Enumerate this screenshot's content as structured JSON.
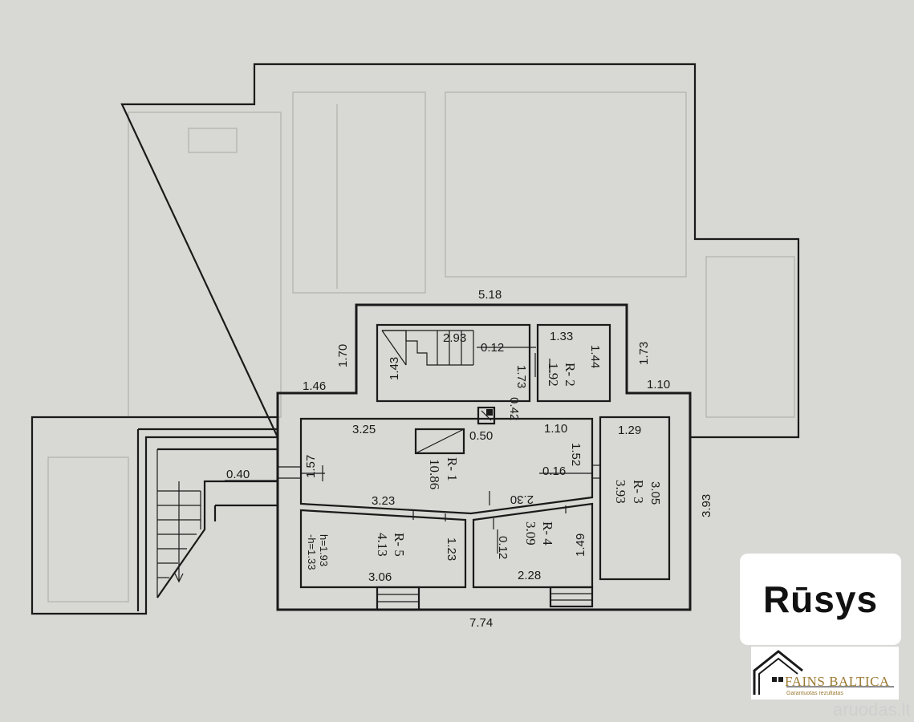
{
  "dimensions": {
    "top_width": "5.18",
    "left_upper": "1.70",
    "right_upper": "1.73",
    "left_step": "1.46",
    "right_step": "1.10",
    "right_side": "3.93",
    "bottom_width": "7.74",
    "stair_width": "2.93",
    "stair_depth": "1.43",
    "corridor_gap": "0.12",
    "corridor_len": "1.73",
    "chimney_h": "0.42",
    "chimney_w": "0.50",
    "r1_top": "3.25",
    "r1_left": "1.57",
    "r1_right_top": "1.10",
    "r1_right": "1.52",
    "wall_016": "0.16",
    "r1_bottom_left": "3.23",
    "r1_bottom_right": "2.30",
    "wall_040": "0.40",
    "r5_right": "1.23",
    "r5_bottom": "3.06",
    "r4_right": "1.49",
    "r4_bottom": "2.28",
    "r4_wall": "0.12",
    "r2_top": "1.33",
    "r2_right": "1.44",
    "r3_top": "1.29",
    "r3_right": "3.05"
  },
  "rooms": {
    "r1": {
      "label": "R- 1",
      "area": "10.86"
    },
    "r2": {
      "label": "R- 2",
      "area": "1.92"
    },
    "r3": {
      "label": "R- 3",
      "area": "3.93"
    },
    "r4": {
      "label": "R- 4",
      "area": "3.09"
    },
    "r5": {
      "label": "R- 5",
      "area": "4.13",
      "h1": "-h=1.33",
      "h2": "h=1.93"
    }
  },
  "branding": {
    "badge_text": "Rūsys",
    "company": "FAINS BALTICA",
    "tagline": "Garantuotas rezultatas",
    "watermark": "aruodas.lt"
  }
}
